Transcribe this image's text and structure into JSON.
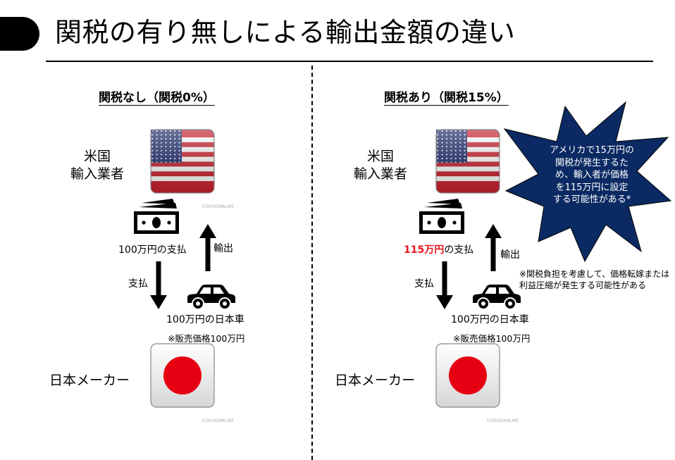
{
  "title": "関税の有り無しによる輸出金額の違い",
  "left": {
    "heading": "関税なし（関税0%）",
    "importer_label": [
      "米国",
      "輸入業者"
    ],
    "payment_amount": "100万円の支払",
    "payment_label": "支払",
    "export_label": "輸出",
    "car_label": "100万円の日本車",
    "sale_note": "※販売価格100万円",
    "maker_label": "日本メーカー"
  },
  "right": {
    "heading": "関税あり（関税15%）",
    "importer_label": [
      "米国",
      "輸入業者"
    ],
    "payment_amount_highlight": "115万円",
    "payment_amount_rest": "の支払",
    "payment_label": "支払",
    "export_label": "輸出",
    "car_label": "100万円の日本車",
    "sale_note": "※販売価格100万円",
    "maker_label": "日本メーカー",
    "burst_lines": [
      "アメリカで15万円の",
      "関税が発生するた",
      "め、輸入者が価格",
      "を115万円に設定",
      "する可能性がある*"
    ],
    "footnote_lines": [
      "※関税負担を考慮して、価格転嫁または",
      "利益圧縮が発生する可能性がある"
    ]
  },
  "watermark": "©DESIGNALIKE",
  "colors": {
    "burst": "#0b2a63",
    "highlight": "#e8161b",
    "us_red": "#c8202e",
    "us_blue": "#1f2a6b",
    "jp_red": "#e60012"
  },
  "icons": [
    "us-flag-icon",
    "japan-flag-icon",
    "money-icon",
    "car-icon",
    "arrow-up-icon",
    "arrow-down-icon",
    "star-burst-icon"
  ]
}
